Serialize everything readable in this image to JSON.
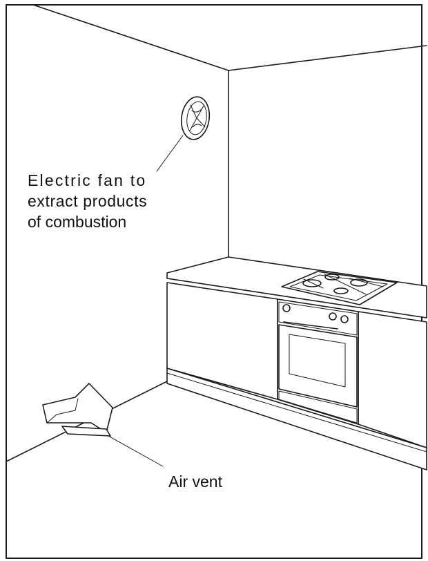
{
  "labels": {
    "fan": {
      "line1": "Electric fan to",
      "line2": "extract products",
      "line3": "of combustion"
    },
    "vent": "Air vent"
  },
  "colors": {
    "ink": "#1a1a1a",
    "background": "#ffffff"
  },
  "icons": [
    "extractor-fan-icon",
    "air-vent-arrow-icon",
    "gas-hob-icon",
    "oven-icon"
  ]
}
